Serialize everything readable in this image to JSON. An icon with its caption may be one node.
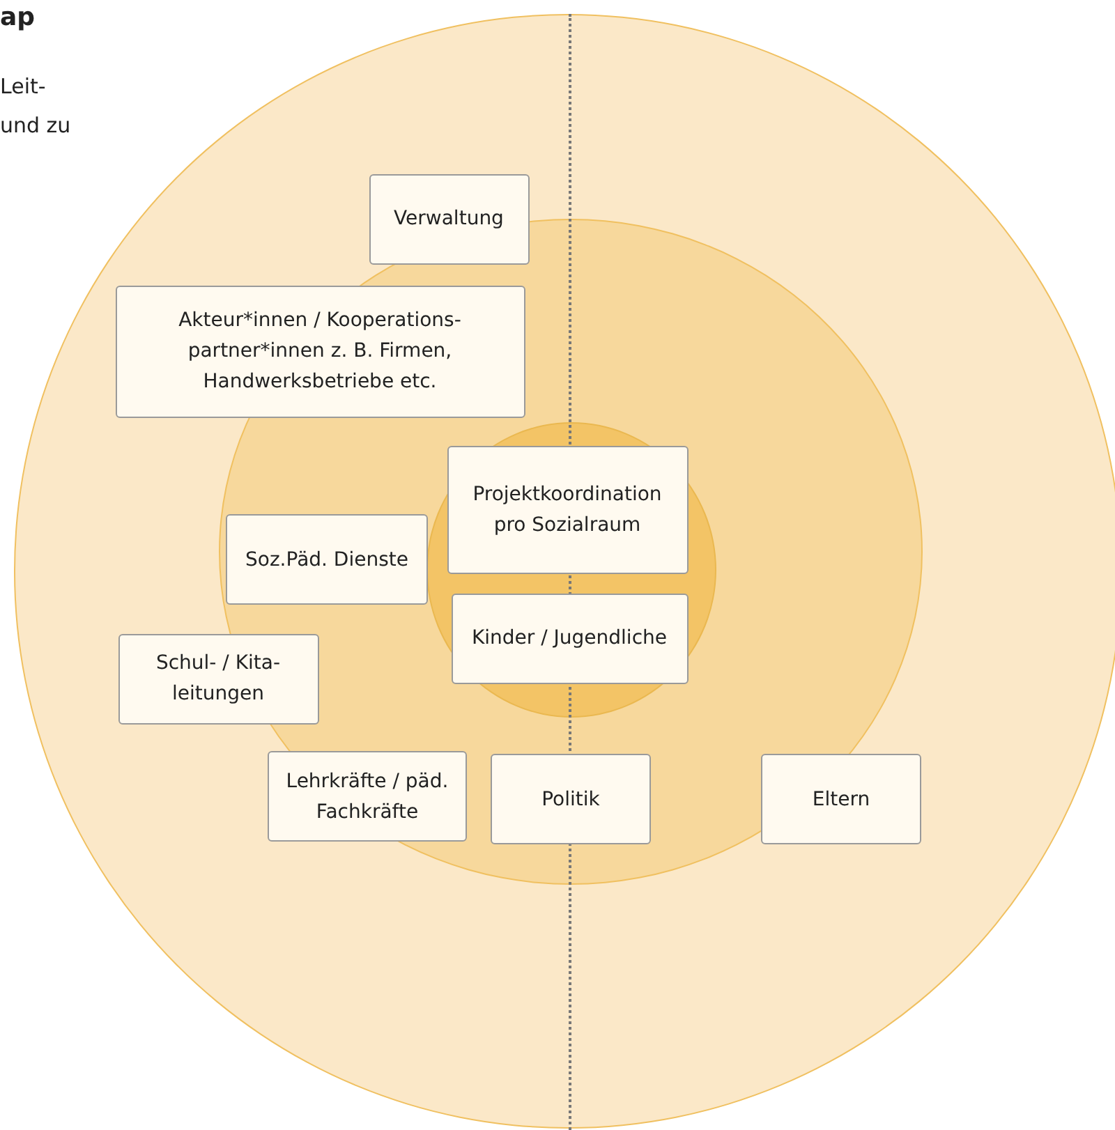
{
  "diagram": {
    "title": "ap",
    "nodes": [
      {
        "text": [],
        "shape": "circle"
      },
      {
        "text": [],
        "shape": "circle",
        "in": 0
      },
      {
        "text": [],
        "shape": "circle",
        "in": 1
      },
      {
        "text": [
          "Verwaltung"
        ],
        "in": 0
      },
      {
        "text": [
          "Akteur*innen / Kooperations-partner*innen z. B. Firmen, Handwerksbetriebe etc."
        ],
        "in": 0
      },
      {
        "text": [
          "Projektkoordination pro Sozialraum"
        ],
        "in": 2
      },
      {
        "text": [
          "Soz.Päd. Dienste"
        ],
        "in": 1
      },
      {
        "text": [
          "Kinder / Jugendliche"
        ],
        "in": 2
      },
      {
        "text": [
          "Schul- / Kita-leitungen"
        ],
        "in": 0
      },
      {
        "text": [
          "Lehrkräfte / päd. Fachkräfte"
        ],
        "in": 1
      },
      {
        "text": [
          "Politik"
        ],
        "in": 1
      },
      {
        "text": [
          "Eltern"
        ],
        "in": 1
      }
    ],
    "labels": [
      "Leit- und zu"
    ]
  }
}
